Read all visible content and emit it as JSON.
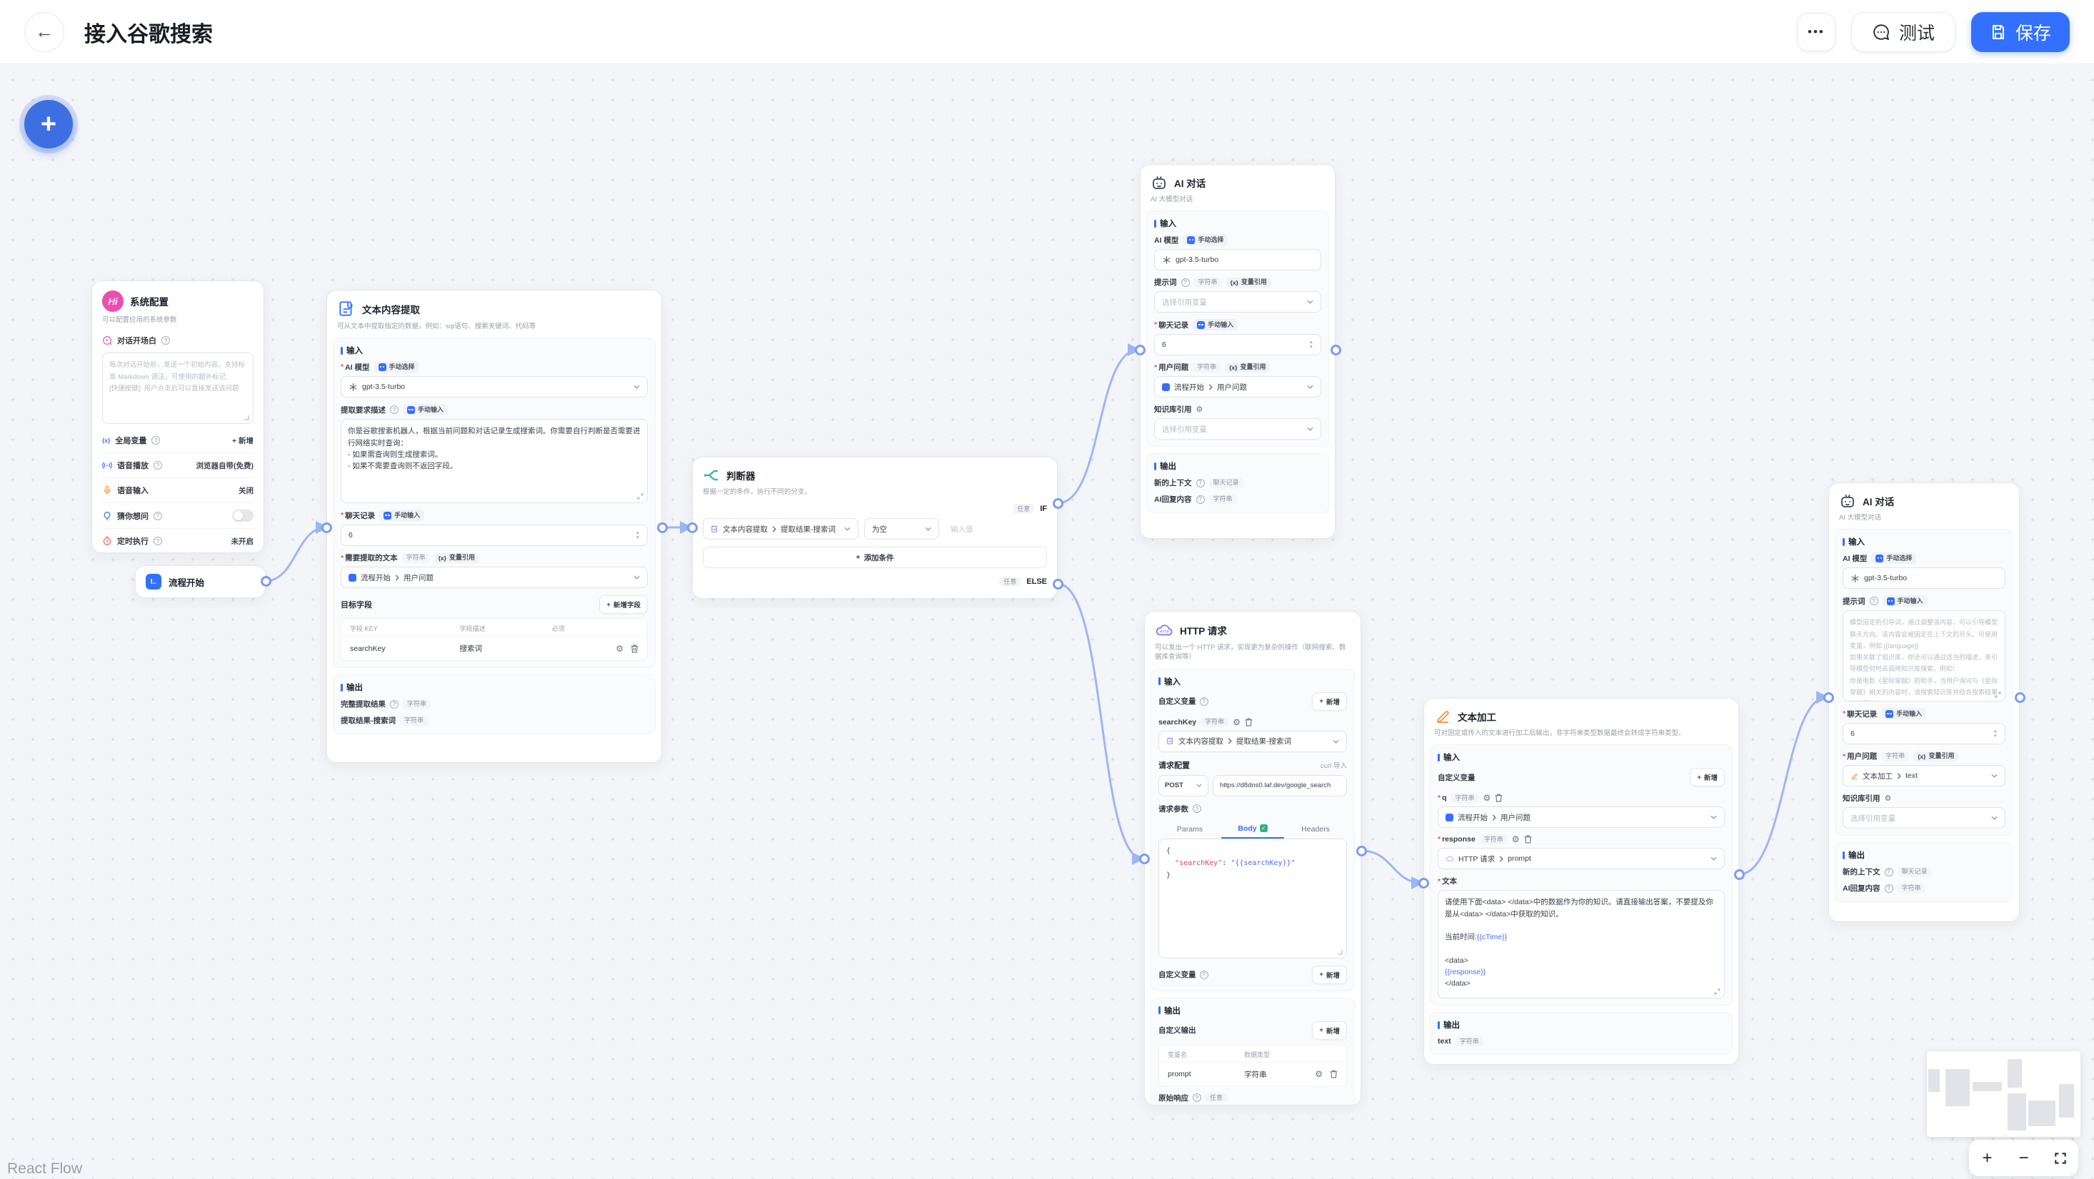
{
  "topbar": {
    "title": "接入谷歌搜索",
    "more": "•••",
    "test": "测试",
    "save": "保存"
  },
  "canvas": {
    "attribution": "React Flow"
  },
  "icons": {
    "back": "←",
    "plus": "+",
    "minus": "−",
    "up": "▲",
    "down": "▼",
    "gear": "⚙",
    "var": "{x}",
    "hi": "Hi",
    "kbd": "I..",
    "help": "?",
    "check": "✓"
  },
  "common": {
    "required": "*",
    "input": "输入",
    "output": "输出",
    "ai_model": "AI 模型",
    "manual_select": "手动选择",
    "manual_input": "手动输入",
    "string": "字符串",
    "var_ref": "变量引用",
    "chat_history": "聊天记录",
    "user_question": "用户问题",
    "model": "gpt-3.5-turbo",
    "rounds": "6",
    "add": "新增",
    "select_var": "选择引用变量",
    "kb_ref": "知识库引用",
    "new_context": "新的上下文",
    "ai_reply": "AI回复内容",
    "any": "任意",
    "prompt": "提示词",
    "flow_start": "流程开始",
    "custom_vars": "自定义变量",
    "ai_chat": "AI 对话",
    "ai_chat_sub": "AI 大模型对话"
  },
  "nodes": {
    "sys": {
      "title": "系统配置",
      "subtitle": "可以配置应用的系统参数",
      "welcome": "对话开场白",
      "welcome_ph": "每次对话开始前，发送一个初始内容。支持标准 Markdown 语法，可使用的额外标记:\n[快捷按键]: 用户点击后可以直接发送该问题",
      "global_vars": "全局变量",
      "tts": "语音播放",
      "tts_value": "浏览器自带(免费)",
      "stt": "语音输入",
      "stt_value": "关闭",
      "guess": "猜你想问",
      "schedule": "定时执行",
      "schedule_value": "未开启"
    },
    "ext": {
      "title": "文本内容提取",
      "subtitle": "可从文本中提取指定的数据，例如：sql语句、搜索关键词、代码等",
      "desc_label": "提取要求描述",
      "desc_value": "你是谷歌搜索机器人，根据当前问题和对话记录生成搜索词。你需要自行判断是否需要进行网络实时查询：\n- 如果需查询则生成搜索词。\n- 如果不需要查询则不返回字段。",
      "target_text": "需要提取的文本",
      "target_fields": "目标字段",
      "add_field": "新增字段",
      "col_key": "字段 KEY",
      "col_desc": "字段描述",
      "col_req": "必须",
      "field_key": "searchKey",
      "field_desc": "搜索词",
      "out_full": "完整提取结果",
      "out_search": "提取结果-搜索词"
    },
    "cond": {
      "title": "判断器",
      "subtitle": "根据一定的条件，执行不同的分支。",
      "if": "IF",
      "else": "ELSE",
      "ref_source": "文本内容提取",
      "ref_field": "提取结果-搜索词",
      "op": "为空",
      "value_ph": "输入值",
      "add_condition": "添加条件"
    },
    "http": {
      "title": "HTTP 请求",
      "subtitle": "可以发出一个 HTTP 请求，实现更为复杂的操作（联网搜索、数据库查询等）",
      "var_name": "searchKey",
      "ref_source": "文本内容提取",
      "ref_field": "提取结果-搜索词",
      "req_config": "请求配置",
      "curl_import": "curl 导入",
      "method": "POST",
      "url": "https://d8dns0.laf.dev/google_search",
      "req_params": "请求参数",
      "tab_params": "Params",
      "tab_body": "Body",
      "tab_headers": "Headers",
      "body_open": "{\n  ",
      "body_key": "\"searchKey\"",
      "body_sep": ": ",
      "body_value": "\"{{searchKey}}\"",
      "body_close": "\n}",
      "custom_output": "自定义输出",
      "col_var": "变量名",
      "col_type": "数据类型",
      "out_var": "prompt",
      "raw_resp": "原始响应"
    },
    "tp": {
      "title": "文本加工",
      "subtitle": "可对固定或传入的文本进行加工后输出，非字符串类型数据最终会转成字符串类型。",
      "v1": "q",
      "v2": "response",
      "ref2_source": "HTTP 请求",
      "ref2_field": "prompt",
      "text_label": "文本",
      "text_pre": "请使用下面<data> </data>中的数据作为你的知识。请直接输出答案，不要提及你是从<data> </data>中获取的知识。\n\n当前时间:",
      "text_var1": "{{cTime}}",
      "text_mid": "\n\n<data>\n",
      "text_var2": "{{response}}",
      "text_post": "\n</data>",
      "out_text": "text"
    },
    "ai2": {
      "prompt_ph": "模型固定的引导词，通过调整该内容，可以引导模型聊天方向。该内容会被固定在上下文的开头。可使用变量，例如 {{language}}\n如果关联了知识库，你还可以通过适当的描述，来引导模型何时去调用知识库搜索。例如：\n你是电影《星际穿越》的助手，当用户询问与《星际穿越》相关的内容时，请搜索知识库并结合搜索结果进行回答。",
      "ref_source": "文本加工",
      "ref_field": "text"
    }
  }
}
